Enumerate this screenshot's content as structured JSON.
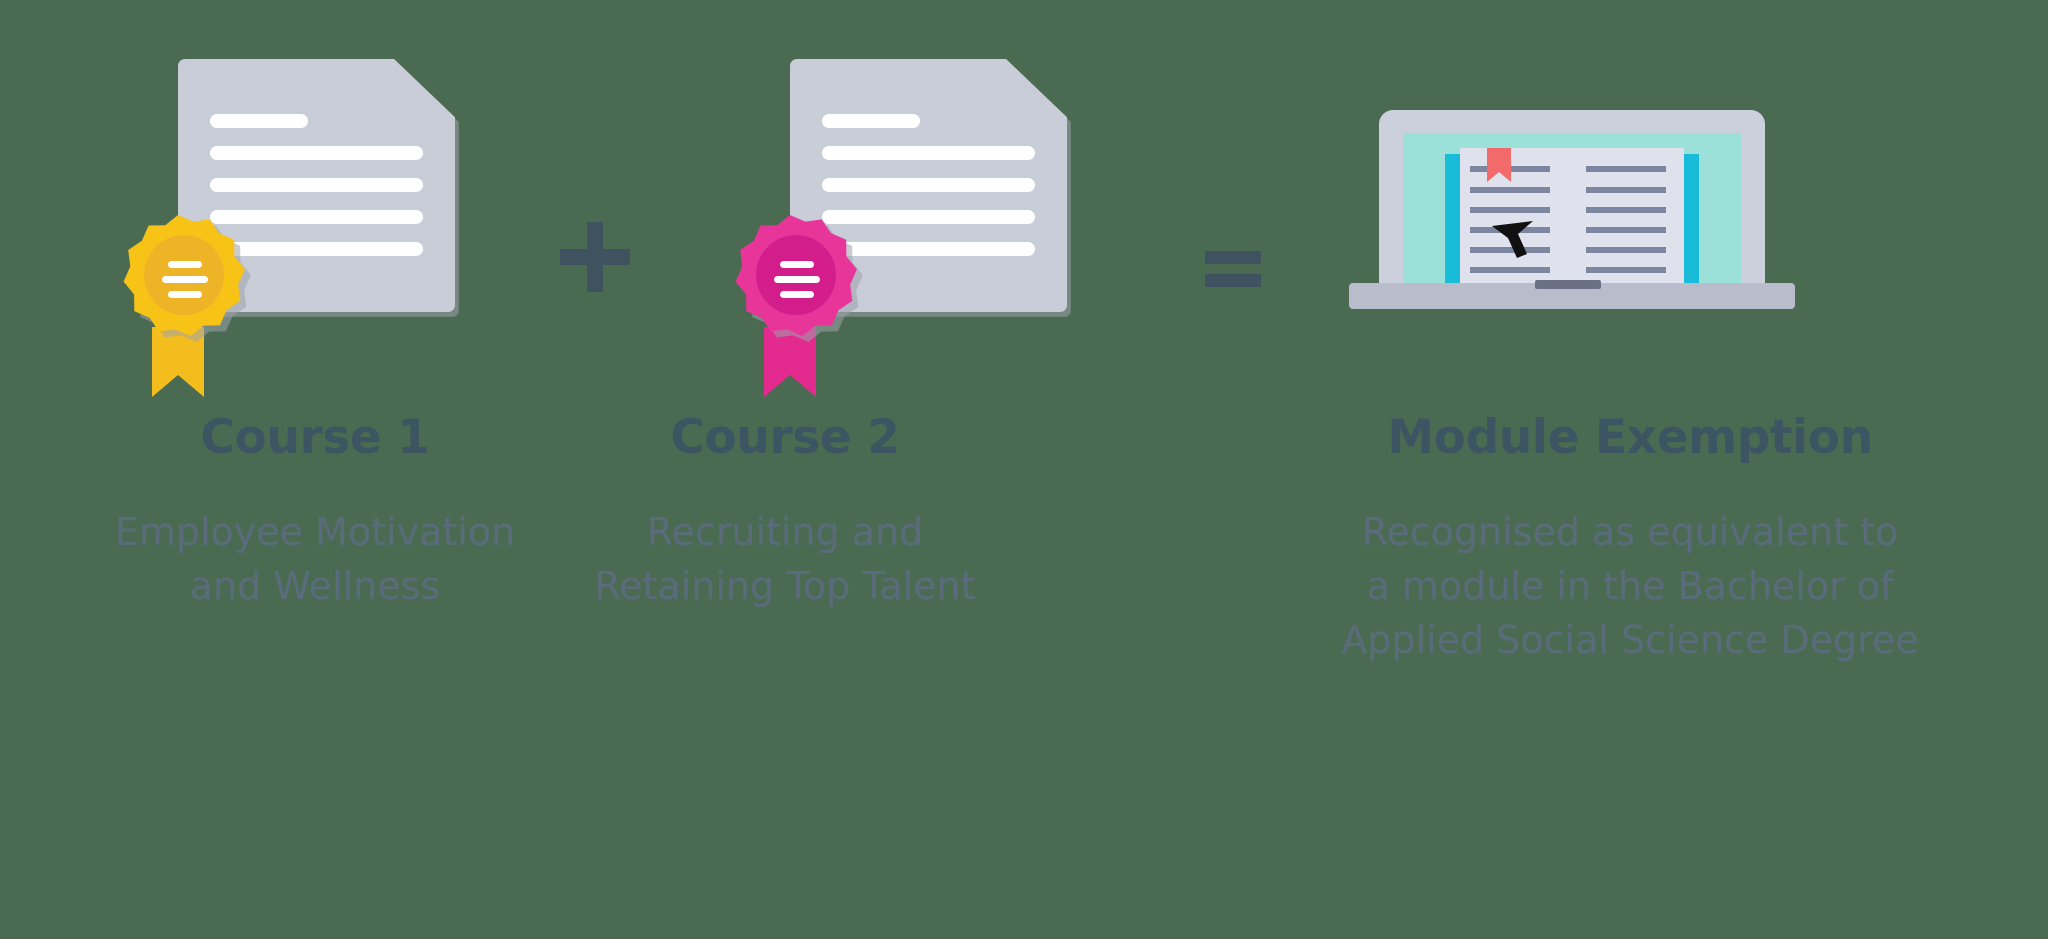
{
  "background_color": "#4a6b51",
  "palette": {
    "text_title": "#3d5463",
    "text_subtitle": "#5a6c7c",
    "operator": "#3f5260",
    "document_paper": "#c8cdd8",
    "document_line": "#ffffff",
    "document_shadow": "#9fa3ab",
    "badge_gold_outer": "#f8c317",
    "badge_gold_inner": "#edb428",
    "badge_pink_outer": "#e8359a",
    "badge_pink_inner": "#d21d8b",
    "laptop_body": "#ccd0dc",
    "laptop_base": "#b9bdcb",
    "laptop_screen": "#9ce0da",
    "book_cover": "#19bcd8",
    "book_page": "#dfe2ec",
    "book_text_line": "#7d86a0",
    "bookmark": "#f26a6a",
    "cursor": "#111111"
  },
  "operators": {
    "plus": {
      "symbol": "+",
      "name": "plus-operator"
    },
    "equals": {
      "symbol": "=",
      "name": "equals-operator"
    }
  },
  "columns": [
    {
      "id": "course-1",
      "title": "Course 1",
      "subtitle_lines": [
        "Employee Motivation",
        "and Wellness"
      ],
      "artwork": "certificate-document-with-gold-seal",
      "badge_color": "#f8c317",
      "document_line_count": 5
    },
    {
      "id": "course-2",
      "title": "Course 2",
      "subtitle_lines": [
        "Recruiting and",
        "Retaining Top Talent"
      ],
      "artwork": "certificate-document-with-pink-seal",
      "badge_color": "#e8359a",
      "document_line_count": 5
    },
    {
      "id": "module-exemption",
      "title": "Module Exemption",
      "subtitle_lines": [
        "Recognised as equivalent to",
        "a module in the Bachelor of",
        "Applied Social Science Degree"
      ],
      "artwork": "laptop-with-open-book",
      "book_text_line_count_per_page": 6
    }
  ]
}
